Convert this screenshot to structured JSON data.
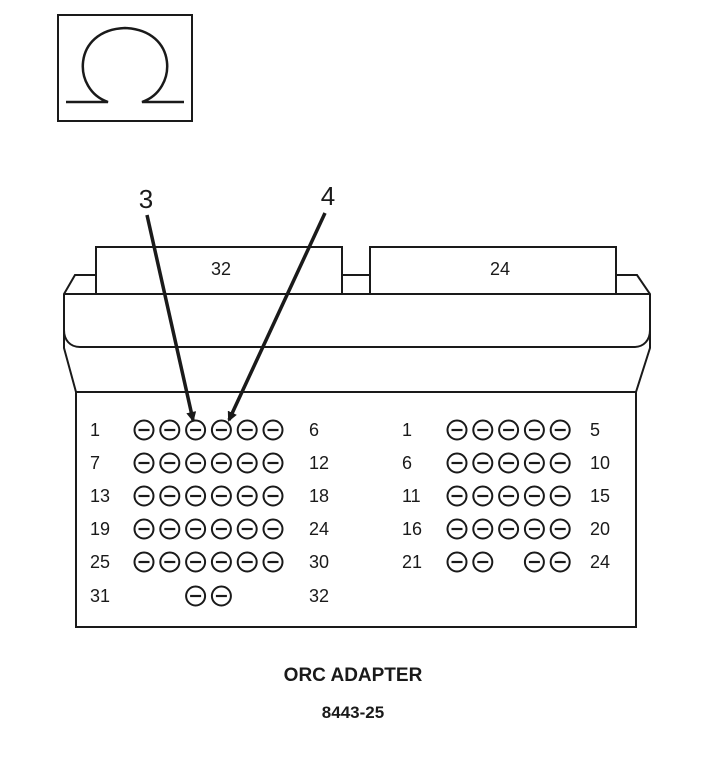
{
  "symbol": {
    "icon": "ohm-icon"
  },
  "callouts": {
    "left": "3",
    "right": "4"
  },
  "connector": {
    "left_block_label": "32",
    "right_block_label": "24",
    "left_rows": [
      {
        "start": "1",
        "end": "6",
        "pins": 6,
        "layout": "full"
      },
      {
        "start": "7",
        "end": "12",
        "pins": 6,
        "layout": "full"
      },
      {
        "start": "13",
        "end": "18",
        "pins": 6,
        "layout": "full"
      },
      {
        "start": "19",
        "end": "24",
        "pins": 6,
        "layout": "full"
      },
      {
        "start": "25",
        "end": "30",
        "pins": 6,
        "layout": "full"
      },
      {
        "start": "31",
        "end": "32",
        "pins": 2,
        "layout": "center"
      }
    ],
    "right_rows": [
      {
        "start": "1",
        "end": "5",
        "pins": 5,
        "layout": "full"
      },
      {
        "start": "6",
        "end": "10",
        "pins": 5,
        "layout": "full"
      },
      {
        "start": "11",
        "end": "15",
        "pins": 5,
        "layout": "full"
      },
      {
        "start": "16",
        "end": "20",
        "pins": 5,
        "layout": "full"
      },
      {
        "start": "21",
        "end": "24",
        "pins": 4,
        "layout": "split"
      }
    ]
  },
  "caption": {
    "title": "ORC ADAPTER",
    "code": "8443-25"
  }
}
